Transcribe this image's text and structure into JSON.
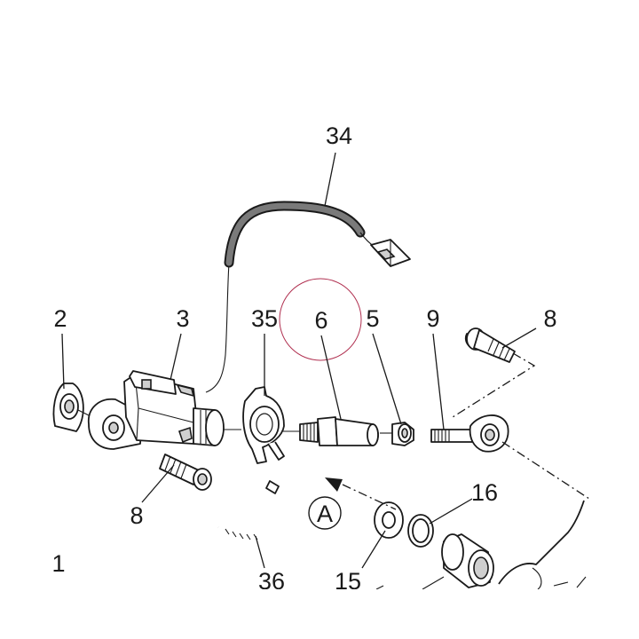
{
  "callouts": {
    "c34": "34",
    "c2": "2",
    "c3": "3",
    "c35": "35",
    "c6": "6",
    "c5": "5",
    "c9": "9",
    "c8_top": "8",
    "c8_bottom": "8",
    "c16": "16",
    "c15": "15",
    "c36": "36",
    "c1": "1",
    "view_a": "A"
  },
  "colors": {
    "ink": "#1a1a1a",
    "cable": "#7a7a7a",
    "highlight_circle": "#b03050"
  },
  "icons": {
    "direction_arrow": "triangle-arrow-icon"
  }
}
